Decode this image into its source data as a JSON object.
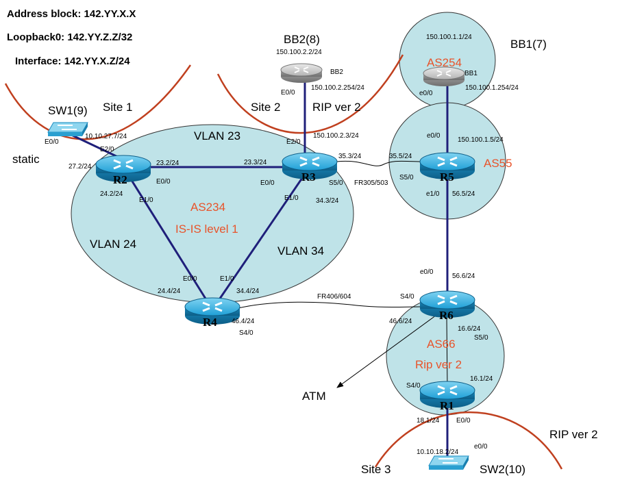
{
  "header": {
    "address_block": "Address block: 142.YY.X.X",
    "loopback": "Loopback0: 142.YY.Z.Z/32",
    "interface": "Interface: 142.YY.X.Z/24"
  },
  "areas": {
    "as234": "AS234",
    "isis": "IS-IS level 1",
    "as55": "AS55",
    "as66": "AS66",
    "rip66": "Rip ver 2",
    "as254": "AS254"
  },
  "vlans": {
    "v23": "VLAN 23",
    "v24": "VLAN 24",
    "v34": "VLAN 34"
  },
  "sites": {
    "site1": "Site 1",
    "site2": "Site 2",
    "site3": "Site 3",
    "rip_site2": "RIP ver 2",
    "rip_site3": "RIP ver 2",
    "static": "static",
    "atm": "ATM"
  },
  "devices": {
    "r1": "R1",
    "r2": "R2",
    "r3": "R3",
    "r4": "R4",
    "r5": "R5",
    "r6": "R6",
    "bb1": "BB1",
    "bb2": "BB2",
    "bb1_label": "BB1(7)",
    "bb2_label": "BB2(8)",
    "sw1_label": "SW1(9)",
    "sw2_label": "SW2(10)"
  },
  "interfaces": {
    "sw1_e00": "E0/0",
    "sw1_ip": "10.10.27.7/24",
    "r2_e20": "E2/0",
    "r2_27": "27.2/24",
    "r2_23": "23.2/24",
    "r2_e00": "E0/0",
    "r2_24": "24.2/24",
    "r2_e10": "E1/0",
    "r3_23": "23.3/24",
    "r3_e00": "E0/0",
    "r3_e20": "E2/0",
    "r3_35": "35.3/24",
    "r3_s50": "S5/0",
    "r3_e10": "E1/0",
    "r3_34": "34.3/24",
    "fr305": "FR305/503",
    "r4_e00": "E0/0",
    "r4_24": "24.4/24",
    "r4_e10": "E1/0",
    "r4_34": "34.4/24",
    "r4_46": "46.4/24",
    "r4_s40": "S4/0",
    "fr406": "FR406/604",
    "r5_e00": "e0/0",
    "r5_15": "150.100.1.5/24",
    "r5_35": "35.5/24",
    "r5_s50": "S5/0",
    "r5_e10": "e1/0",
    "r5_56": "56.5/24",
    "r6_e00": "e0/0",
    "r6_56": "56.6/24",
    "r6_s40": "S4/0",
    "r6_46": "46.6/24",
    "r6_16": "16.6/24",
    "r6_s50": "S5/0",
    "r1_s40": "S4/0",
    "r1_16": "16.1/24",
    "r1_18": "18.1/24",
    "r1_e00": "E0/0",
    "sw2_ip": "10.10.18.2/24",
    "sw2_e00": "e0/0",
    "bb2_ip": "150.100.2.2/24",
    "bb2_e00": "E0/0",
    "bb2_254": "150.100.2.254/24",
    "r3_bb2_link": "150.100.2.3/24",
    "bb1_ip": "150.100.1.1/24",
    "bb1_e00": "e0/0",
    "bb1_254": "150.100.1.254/24"
  },
  "colors": {
    "area_fill": "#bfe3e8",
    "link": "#1f1f7a",
    "as_text": "#e8532a",
    "curve": "#c0401f",
    "router": "#1a9ad0"
  }
}
